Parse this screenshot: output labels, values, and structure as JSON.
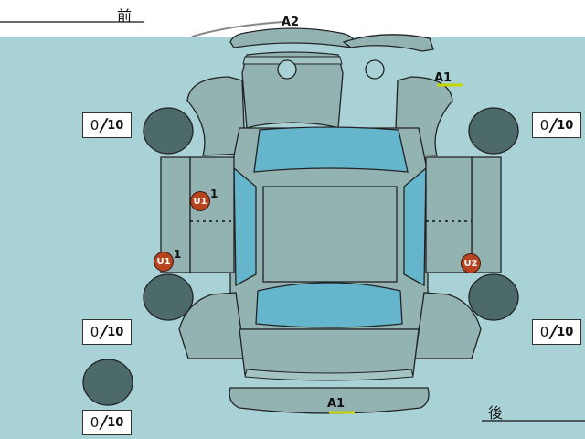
{
  "header": {
    "front_label": "前",
    "rear_label": "後"
  },
  "scores": {
    "tire_front_left": {
      "value": "0",
      "denominator": "10"
    },
    "tire_front_right": {
      "value": "0",
      "denominator": "10"
    },
    "tire_rear_left": {
      "value": "0",
      "denominator": "10"
    },
    "tire_rear_right": {
      "value": "0",
      "denominator": "10"
    },
    "spare_tire": {
      "value": "0",
      "denominator": "10"
    }
  },
  "damage_marks": {
    "front_bumper": "A2",
    "hood_right": "A1",
    "rear_bumper": "A1",
    "left_front_door": "U1",
    "left_front_door_suffix": "1",
    "left_rear_quarter": "U1",
    "left_rear_quarter_suffix": "1",
    "right_rear_door": "U2"
  },
  "colors": {
    "background": "#a9d2d6",
    "panel": "#93b3b3",
    "glass": "#65b6cc",
    "tire": "#4d6a6a",
    "damage_pin": "#b8431f"
  }
}
